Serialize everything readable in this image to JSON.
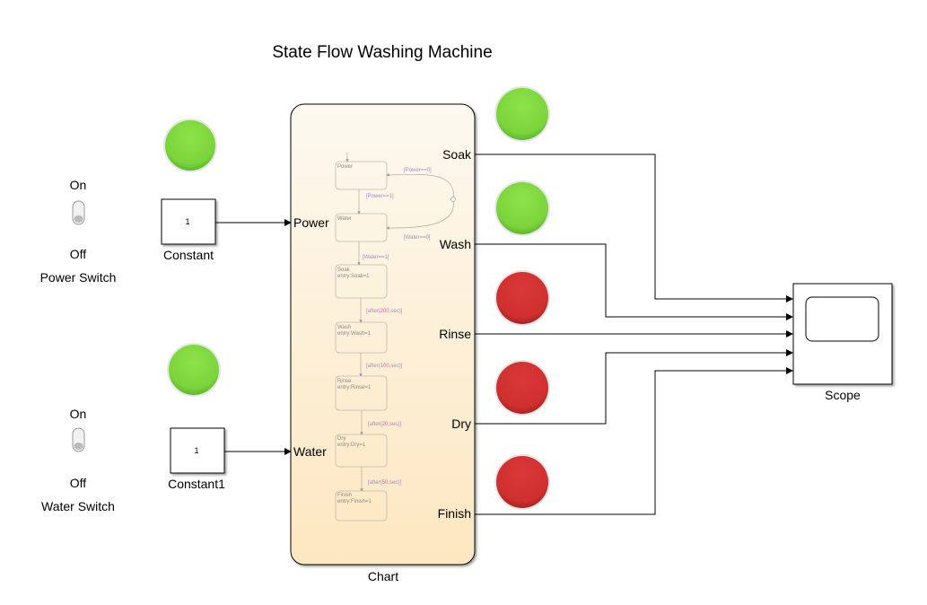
{
  "title": "State Flow Washing Machine",
  "colors": {
    "lamp_on": "#7ed63c",
    "lamp_off": "#cf2f2f",
    "chart_top": "#fdf9f0",
    "chart_bottom": "#fde7c0"
  },
  "power_switch": {
    "on_label": "On",
    "off_label": "Off",
    "name": "Power Switch"
  },
  "water_switch": {
    "on_label": "On",
    "off_label": "Off",
    "name": "Water Switch"
  },
  "constant": {
    "value": "1",
    "name": "Constant"
  },
  "constant1": {
    "value": "1",
    "name": "Constant1"
  },
  "chart": {
    "name": "Chart",
    "inputs": [
      "Power",
      "Water"
    ],
    "outputs": [
      "Soak",
      "Wash",
      "Rinse",
      "Dry",
      "Finish"
    ],
    "states": [
      {
        "name": "Power",
        "entry": ""
      },
      {
        "name": "Water",
        "entry": ""
      },
      {
        "name": "Soak",
        "entry": "entry:Soak=1"
      },
      {
        "name": "Wash",
        "entry": "entry:Wash=1"
      },
      {
        "name": "Rinse",
        "entry": "entry:Rinse=1"
      },
      {
        "name": "Dry",
        "entry": "entry:Dry=1"
      },
      {
        "name": "Finish",
        "entry": "entry:Finish=1"
      }
    ],
    "transitions": {
      "power_off": "[Power==0]",
      "power_on": "[Power==1]",
      "water_off": "[Water==0]",
      "water_on": "[Water==1]",
      "soak_wash": {
        "pre": "[after(",
        "num": "200",
        "post": ",sec)]"
      },
      "wash_rinse": {
        "pre": "[after(",
        "num": "100",
        "post": ",sec)]"
      },
      "rinse_dry": {
        "pre": "[after(",
        "num": "20",
        "post": ",sec)]"
      },
      "dry_finish": {
        "pre": "[after(",
        "num": "50",
        "post": ",sec)]"
      }
    }
  },
  "lamps": {
    "power": "on",
    "water": "on",
    "soak": "on",
    "wash": "on",
    "rinse": "off",
    "dry": "off",
    "finish": "off"
  },
  "scope": {
    "name": "Scope"
  }
}
